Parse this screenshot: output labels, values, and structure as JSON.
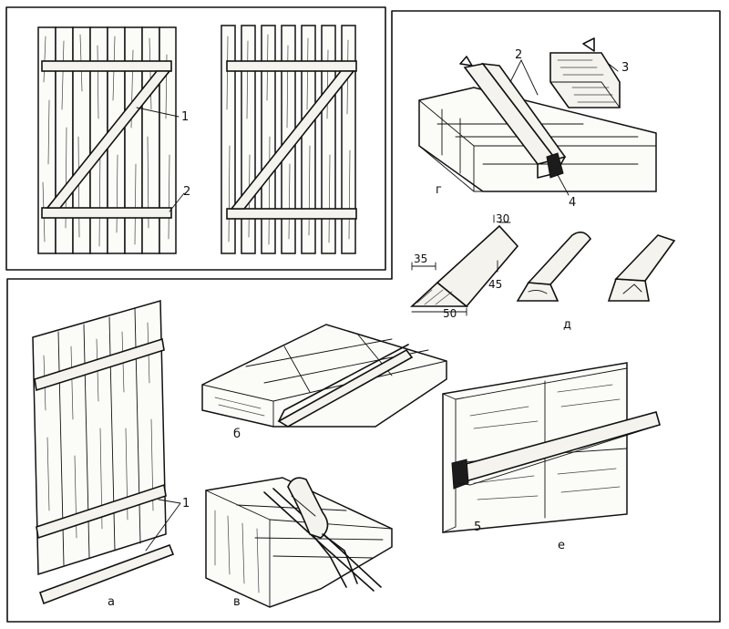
{
  "labels": {
    "brace_1": "1",
    "batten_2": "2",
    "tool_2": "2",
    "tool_3": "3",
    "tool_4": "4",
    "fig_g": "г",
    "fig_d": "д",
    "fig_a": "а",
    "fig_b": "б",
    "fig_v": "в",
    "fig_e": "е",
    "dowel_1": "1",
    "wedge_5": "5"
  },
  "dimensions": {
    "d30": "30",
    "d35": "35",
    "d45": "45",
    "d50": "50"
  }
}
